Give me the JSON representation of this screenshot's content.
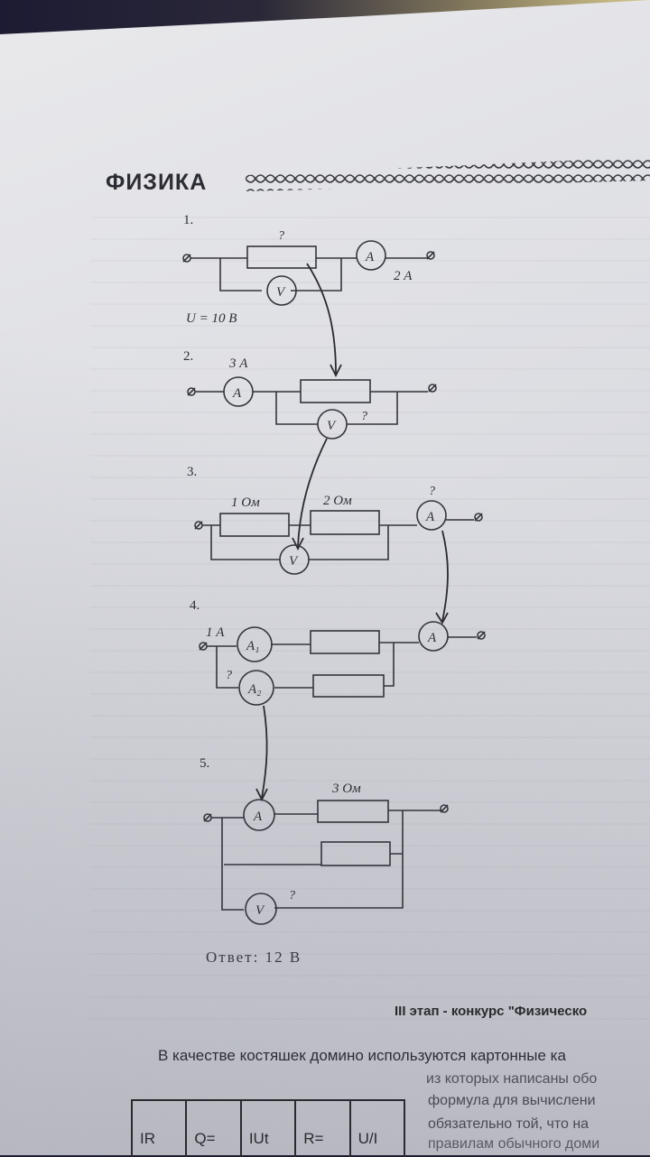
{
  "page": {
    "heading": "ФИЗИКА",
    "answer": "Ответ: 12 В"
  },
  "problems": [
    {
      "number": "1.",
      "labels": {
        "resistor": "?",
        "ammeter_reading": "2 А",
        "voltage": "U = 10 В"
      }
    },
    {
      "number": "2.",
      "labels": {
        "ammeter_reading": "3 А",
        "voltmeter_unknown": "?"
      }
    },
    {
      "number": "3.",
      "labels": {
        "r1": "1 Ом",
        "r2": "2 Ом",
        "ammeter_unknown": "?"
      }
    },
    {
      "number": "4.",
      "labels": {
        "a1_reading": "1 А",
        "a2_unknown": "?"
      }
    },
    {
      "number": "5.",
      "labels": {
        "r1": "3 Ом",
        "voltmeter_unknown": "?"
      }
    }
  ],
  "meters": {
    "ammeter": "A",
    "voltmeter": "V",
    "ammeter1": "A₁",
    "ammeter2": "A₂"
  },
  "section": {
    "title": "III этап - конкурс \"Физическо",
    "lines": [
      "В качестве костяшек домино используются картонные ка",
      "из которых написаны обо",
      "формула для вычислени",
      "обязательно той, что на",
      "правилам обычного доми"
    ]
  },
  "domino_table": [
    "IR",
    "Q=",
    "IUt",
    "R=",
    "U/I"
  ],
  "colors": {
    "paper": "#e4e4e8",
    "ink": "#2e2e36",
    "background": "#1d1c30"
  }
}
